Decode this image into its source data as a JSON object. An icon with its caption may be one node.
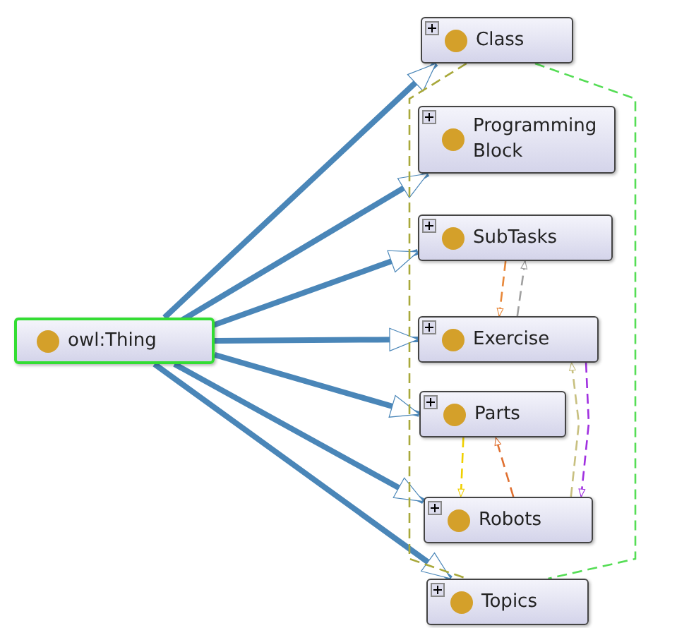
{
  "diagram": {
    "nodes": [
      {
        "text": [
          "owl:Thing"
        ]
      },
      {
        "text": [
          "Class"
        ]
      },
      {
        "text": [
          "ProgrammingBlock"
        ]
      },
      {
        "text": [
          "SubTasks"
        ]
      },
      {
        "text": [
          "Exercise"
        ]
      },
      {
        "text": [
          "Parts"
        ]
      },
      {
        "text": [
          "Robots"
        ]
      },
      {
        "text": [
          "Topics"
        ]
      }
    ],
    "edges": [
      {
        "from": 0,
        "to": 1,
        "arrow": "to",
        "style": "thick",
        "color": "#4a86b8"
      },
      {
        "from": 0,
        "to": 2,
        "arrow": "to",
        "style": "thick",
        "color": "#4a86b8"
      },
      {
        "from": 0,
        "to": 3,
        "arrow": "to",
        "style": "thick",
        "color": "#4a86b8"
      },
      {
        "from": 0,
        "to": 4,
        "arrow": "to",
        "style": "thick",
        "color": "#4a86b8"
      },
      {
        "from": 0,
        "to": 5,
        "arrow": "to",
        "style": "thick",
        "color": "#4a86b8"
      },
      {
        "from": 0,
        "to": 6,
        "arrow": "to",
        "style": "thick",
        "color": "#4a86b8"
      },
      {
        "from": 0,
        "to": 7,
        "arrow": "to",
        "style": "thick",
        "color": "#4a86b8"
      },
      {
        "from": 1,
        "to": 7,
        "arrow": "none",
        "style": "dashed",
        "color": "#a8a83a"
      },
      {
        "from": 1,
        "to": 7,
        "arrow": "none",
        "style": "dashed",
        "color": "#55dd55"
      },
      {
        "from": 3,
        "to": 4,
        "arrow": "to",
        "style": "dashed",
        "color": "#e8883a"
      },
      {
        "from": 4,
        "to": 3,
        "arrow": "to",
        "style": "dashed",
        "color": "#a0a0a0"
      },
      {
        "from": 4,
        "to": 6,
        "arrow": "to",
        "style": "dashed",
        "color": "#a030e0"
      },
      {
        "from": 5,
        "to": 6,
        "arrow": "to",
        "style": "dashed",
        "color": "#f0d000"
      },
      {
        "from": 6,
        "to": 5,
        "arrow": "to",
        "style": "dashed",
        "color": "#e07030"
      },
      {
        "from": 6,
        "to": 4,
        "arrow": "to",
        "style": "dashed",
        "color": "#c8c080"
      }
    ]
  }
}
